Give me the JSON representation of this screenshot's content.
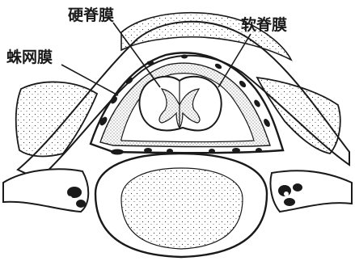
{
  "labels": {
    "dura_mater": "硬脊膜",
    "pia_mater": "软脊膜",
    "arachnoid_mater": "蛛网膜"
  },
  "colors": {
    "ink": "#1a1a1a",
    "paper": "#ffffff"
  }
}
